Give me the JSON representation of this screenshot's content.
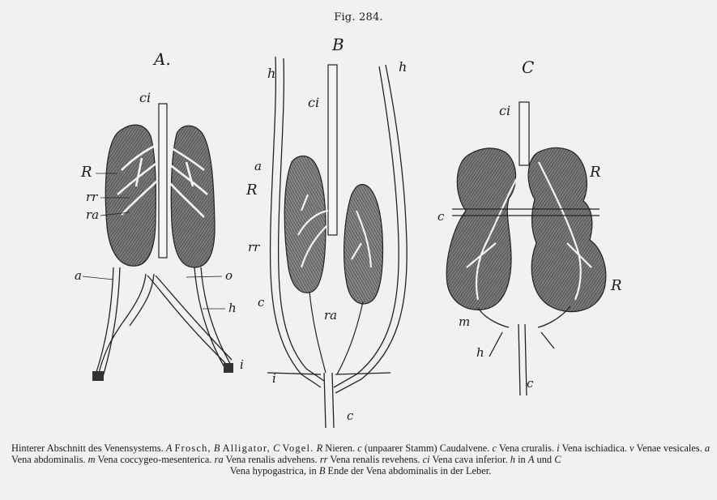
{
  "figure": {
    "title": "Fig. 284.",
    "panels": [
      {
        "id": "A",
        "letter": "A.",
        "labels": [
          "ci",
          "R",
          "rr",
          "ra",
          "a",
          "o",
          "h",
          "i"
        ]
      },
      {
        "id": "B",
        "letter": "B",
        "labels": [
          "h",
          "h",
          "ci",
          "a",
          "R",
          "rr",
          "c",
          "ra",
          "i",
          "c"
        ]
      },
      {
        "id": "C",
        "letter": "C",
        "labels": [
          "ci",
          "R",
          "c",
          "R",
          "m",
          "h",
          "c"
        ]
      }
    ]
  },
  "caption": {
    "line1_pre": "Hinterer Abschnitt des Venensystems.",
    "A": "A",
    "A_name": "Frosch,",
    "B": "B",
    "B_name": "Alligator,",
    "C": "C",
    "C_name": "Vogel.",
    "R": "R",
    "R_text": "Nieren.",
    "c1": "c",
    "c1_text": "(unpaarer Stamm) Caudalvene.",
    "c2": "c",
    "c2_text": "Vena cruralis.",
    "i": "i",
    "i_text": "Vena ischiadica.",
    "v": "v",
    "v_text": "Venae vesicales.",
    "a": "a",
    "a_text": "Vena abdominalis.",
    "m": "m",
    "m_text": "Vena coccygeo-mesenterica.",
    "ra": "ra",
    "ra_text": "Vena renalis advehens.",
    "rr": "rr",
    "rr_text": "Vena renalis revehens.",
    "ci": "ci",
    "ci_text": "Vena cava inferior.",
    "h": "h",
    "h_text1": "in",
    "hA": "A",
    "h_und": "und",
    "hC": "C",
    "h_text2": "Vena hypogastrica, in",
    "hB": "B",
    "h_text3": "Ende der Vena abdominalis in der Leber."
  }
}
